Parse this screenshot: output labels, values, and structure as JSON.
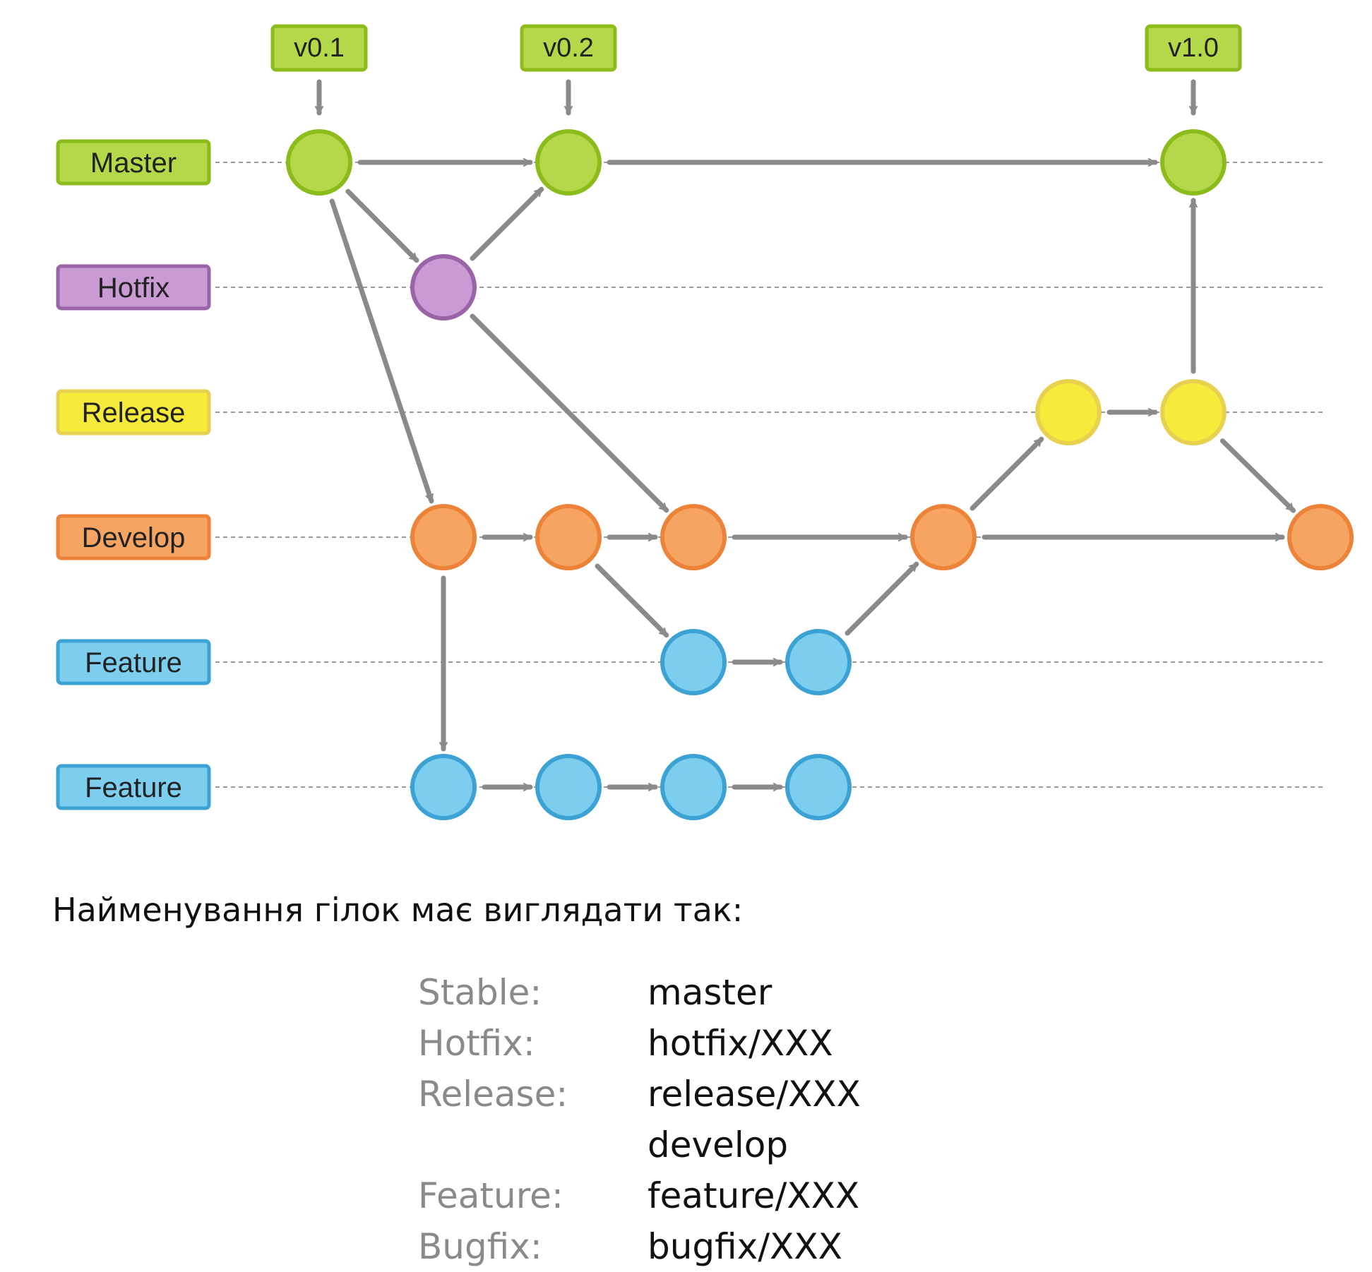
{
  "colors": {
    "master": "#b3d84a",
    "master_border": "#8cbc1c",
    "hotfix": "#c99ad4",
    "hotfix_border": "#9b63a8",
    "release": "#f6ea3a",
    "release_border": "#e8d050",
    "develop": "#f5a462",
    "develop_border": "#ec8338",
    "feature": "#7ccdee",
    "feature_border": "#3ca2d4",
    "arrow": "#8a8a8a",
    "lane_line": "#9a9a9a"
  },
  "lanes": [
    {
      "id": "master",
      "label": "Master",
      "icon": "master-branch-label"
    },
    {
      "id": "hotfix",
      "label": "Hotfix",
      "icon": "hotfix-branch-label"
    },
    {
      "id": "release",
      "label": "Release",
      "icon": "release-branch-label"
    },
    {
      "id": "develop",
      "label": "Develop",
      "icon": "develop-branch-label"
    },
    {
      "id": "feature1",
      "label": "Feature",
      "icon": "feature-branch-label"
    },
    {
      "id": "feature2",
      "label": "Feature",
      "icon": "feature-branch-label"
    }
  ],
  "tags": [
    {
      "label": "v0.1",
      "commit": "m1"
    },
    {
      "label": "v0.2",
      "commit": "m2"
    },
    {
      "label": "v1.0",
      "commit": "m3"
    }
  ],
  "commits": [
    {
      "id": "m1",
      "lane": "master",
      "col": 1
    },
    {
      "id": "m2",
      "lane": "master",
      "col": 3
    },
    {
      "id": "m3",
      "lane": "master",
      "col": 8
    },
    {
      "id": "h1",
      "lane": "hotfix",
      "col": 2
    },
    {
      "id": "r1",
      "lane": "release",
      "col": 7
    },
    {
      "id": "r2",
      "lane": "release",
      "col": 8
    },
    {
      "id": "d1",
      "lane": "develop",
      "col": 2
    },
    {
      "id": "d2",
      "lane": "develop",
      "col": 3
    },
    {
      "id": "d3",
      "lane": "develop",
      "col": 4
    },
    {
      "id": "d4",
      "lane": "develop",
      "col": 6
    },
    {
      "id": "d5",
      "lane": "develop",
      "col": 9
    },
    {
      "id": "fa1",
      "lane": "feature1",
      "col": 4
    },
    {
      "id": "fa2",
      "lane": "feature1",
      "col": 5
    },
    {
      "id": "fb1",
      "lane": "feature2",
      "col": 2
    },
    {
      "id": "fb2",
      "lane": "feature2",
      "col": 3
    },
    {
      "id": "fb3",
      "lane": "feature2",
      "col": 4
    },
    {
      "id": "fb4",
      "lane": "feature2",
      "col": 5
    }
  ],
  "edges": [
    [
      "m1",
      "m2"
    ],
    [
      "m2",
      "m3"
    ],
    [
      "m1",
      "h1"
    ],
    [
      "h1",
      "m2"
    ],
    [
      "m1",
      "d1"
    ],
    [
      "h1",
      "d3"
    ],
    [
      "d1",
      "d2"
    ],
    [
      "d2",
      "d3"
    ],
    [
      "d3",
      "d4"
    ],
    [
      "d4",
      "d5"
    ],
    [
      "d2",
      "fa1"
    ],
    [
      "fa1",
      "fa2"
    ],
    [
      "fa2",
      "d4"
    ],
    [
      "d4",
      "r1"
    ],
    [
      "r1",
      "r2"
    ],
    [
      "r2",
      "m3"
    ],
    [
      "r2",
      "d5"
    ],
    [
      "d1",
      "fb1"
    ],
    [
      "fb1",
      "fb2"
    ],
    [
      "fb2",
      "fb3"
    ],
    [
      "fb3",
      "fb4"
    ]
  ],
  "caption": "Найменування гілок має виглядати так:",
  "naming": [
    {
      "kind": "Stable:",
      "name": "master"
    },
    {
      "kind": "Hotfix:",
      "name": "hotfix/XXX"
    },
    {
      "kind": "Release:",
      "name": "release/XXX"
    },
    {
      "kind": "",
      "name": "develop"
    },
    {
      "kind": "Feature:",
      "name": "feature/XXX"
    },
    {
      "kind": "Bugfix:",
      "name": "bugfix/XXX"
    }
  ]
}
